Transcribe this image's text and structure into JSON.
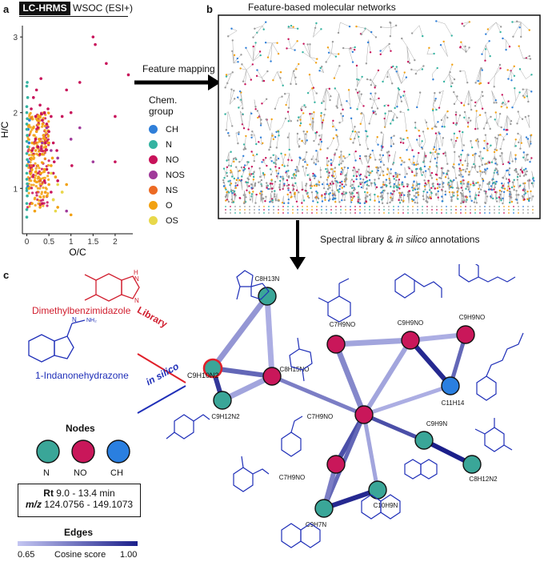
{
  "panel_a": {
    "letter": "a",
    "method_label": "LC-HRMS",
    "sample_label": "WSOC (ESI+)",
    "chart_data": {
      "type": "scatter",
      "xlabel": "O/C",
      "ylabel": "H/C",
      "xticks": [
        "0",
        "0.5",
        "1",
        "1.5",
        "2"
      ],
      "yticks": [
        "1",
        "2",
        "3"
      ],
      "xlim": [
        -0.1,
        2.4
      ],
      "ylim": [
        0.4,
        3.15
      ],
      "series": [
        {
          "name": "CH",
          "color": "#2f7fd9",
          "x": [
            0.02,
            0.04,
            0.05,
            0.03,
            0.06
          ],
          "y": [
            1.02,
            1.35,
            1.6,
            1.78,
            1.9
          ]
        },
        {
          "name": "N",
          "color": "#34b3a1",
          "x": [
            0,
            0,
            0,
            0.01,
            0,
            0,
            0.01,
            0,
            0,
            0,
            0.01,
            0,
            0.02,
            0,
            0.01,
            0,
            0,
            0.01,
            0,
            0,
            0.02,
            0,
            0.01
          ],
          "y": [
            0.62,
            0.72,
            0.8,
            0.9,
            0.97,
            1.0,
            1.06,
            1.12,
            1.2,
            1.3,
            1.38,
            1.46,
            1.55,
            1.62,
            1.7,
            1.78,
            1.85,
            1.92,
            2.0,
            2.08,
            2.2,
            2.35,
            2.4
          ]
        },
        {
          "name": "NO",
          "color": "#c8125a",
          "x": [
            0.1,
            0.15,
            0.2,
            0.22,
            0.25,
            0.3,
            0.32,
            0.35,
            0.38,
            0.4,
            0.42,
            0.45,
            0.48,
            0.5,
            0.55,
            0.6,
            0.62,
            0.68,
            0.8,
            0.9,
            1.0,
            1.02,
            1.2,
            1.5,
            1.55,
            1.8,
            2.0,
            2.0,
            2.3,
            0.7,
            0.6,
            0.55,
            0.35,
            0.25,
            0.15,
            0.3,
            0.45,
            0.2,
            0.12,
            0.4
          ],
          "y": [
            2.05,
            2.2,
            1.95,
            2.3,
            1.8,
            2.1,
            2.45,
            1.9,
            1.7,
            2.0,
            1.6,
            1.85,
            2.05,
            1.75,
            1.95,
            1.6,
            1.35,
            1.5,
            1.95,
            2.3,
            2.0,
            1.3,
            2.4,
            3.0,
            2.9,
            2.65,
            1.35,
            1.95,
            2.5,
            1.1,
            1.2,
            0.95,
            0.8,
            1.55,
            1.3,
            1.45,
            1.25,
            1.65,
            1.5,
            1.1
          ]
        },
        {
          "name": "NOS",
          "color": "#a03a9a",
          "x": [
            0.35,
            0.45,
            0.55,
            0.7,
            0.9,
            1.0,
            1.2,
            1.5
          ],
          "y": [
            1.6,
            1.8,
            1.5,
            1.4,
            0.7,
            1.65,
            1.8,
            1.35
          ]
        },
        {
          "name": "NS",
          "color": "#ec6a24",
          "x": [
            0.1,
            0.2,
            0.3
          ],
          "y": [
            1.3,
            1.6,
            1.1
          ]
        },
        {
          "name": "O",
          "color": "#f2a111",
          "x": [
            0.05,
            0.08,
            0.1,
            0.12,
            0.15,
            0.18,
            0.2,
            0.22,
            0.25,
            0.28,
            0.3,
            0.32,
            0.35,
            0.38,
            0.4,
            0.43,
            0.46,
            0.5,
            0.55,
            0.6,
            0.65,
            0.7,
            0.8,
            0.9,
            1.0,
            0.12,
            0.18,
            0.24,
            0.3,
            0.36,
            0.42,
            0.5,
            0.58
          ],
          "y": [
            1.0,
            1.2,
            1.4,
            1.6,
            1.8,
            1.1,
            1.5,
            1.75,
            1.3,
            1.65,
            1.95,
            1.2,
            1.45,
            1.7,
            1.25,
            1.55,
            0.9,
            1.05,
            1.3,
            0.85,
            1.15,
            0.75,
            0.95,
            1.05,
            0.65,
            0.8,
            0.7,
            1.9,
            0.75,
            1.85,
            0.95,
            1.6,
            1.4
          ]
        },
        {
          "name": "OS",
          "color": "#e8d84a",
          "x": [
            0.6,
            0.7,
            0.8,
            0.55,
            0.65
          ],
          "y": [
            0.85,
            1.05,
            0.95,
            1.2,
            0.7
          ]
        }
      ]
    },
    "legend_title": "Chem. group",
    "legend": [
      {
        "name": "CH",
        "color": "#2f7fd9"
      },
      {
        "name": "N",
        "color": "#34b3a1"
      },
      {
        "name": "NO",
        "color": "#c8125a"
      },
      {
        "name": "NOS",
        "color": "#a03a9a"
      },
      {
        "name": "NS",
        "color": "#ec6a24"
      },
      {
        "name": "O",
        "color": "#f2a111"
      },
      {
        "name": "OS",
        "color": "#e8d84a"
      }
    ]
  },
  "arrow1_label": "Feature mapping",
  "panel_b": {
    "letter": "b",
    "title": "Feature-based molecular networks"
  },
  "arrow2_label_plain": "Spectral library & ",
  "arrow2_label_italic": "in silico",
  "arrow2_label_tail": " annotations",
  "panel_c": {
    "letter": "c",
    "library_compound": "Dimethylbenzimidazole",
    "insilico_compound": "1-Indanonehydrazone",
    "library_tag": "Library",
    "insilico_tag": "in silico",
    "query_node": "C9H10N2",
    "nodes_title": "Nodes",
    "node_legend": [
      {
        "name": "N",
        "color": "#3aa698"
      },
      {
        "name": "NO",
        "color": "#c9175a"
      },
      {
        "name": "CH",
        "color": "#2a7fe0"
      }
    ],
    "rt_label": "Rt",
    "rt_value": " 9.0 - 13.4 min",
    "mz_label": "m/z",
    "mz_value": " 124.0756 - 149.1073",
    "edges_title": "Edges",
    "edge_min": "0.65",
    "edge_axis_label": "Cosine score",
    "edge_max": "1.00",
    "network_labels": [
      "C8H13N",
      "C8H15NO",
      "C9H12N2",
      "C7H9NO",
      "C9H9NO",
      "C9H9NO",
      "C11H14",
      "C7H9NO",
      "C9H9N",
      "C8H12N2",
      "C7H9NO",
      "C9H7N",
      "C10H9N"
    ]
  }
}
